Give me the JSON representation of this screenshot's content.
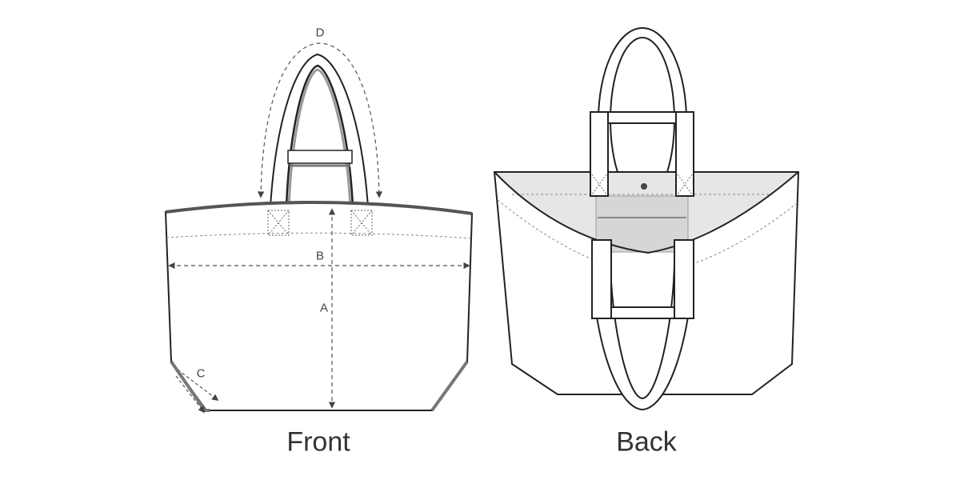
{
  "front": {
    "caption": "Front",
    "dimension_labels": {
      "a": "A",
      "b": "B",
      "c": "C",
      "d": "D"
    }
  },
  "back": {
    "caption": "Back"
  },
  "colors": {
    "line": "#222222",
    "fill_gray": "#e6e6e6",
    "dash": "#555555"
  }
}
